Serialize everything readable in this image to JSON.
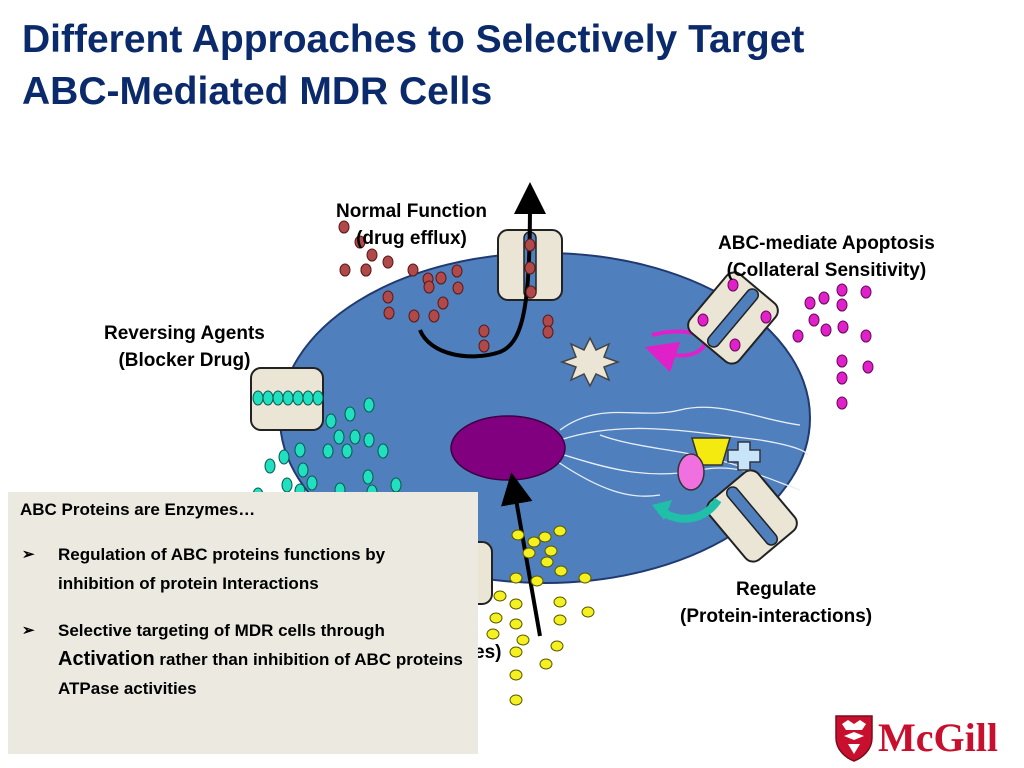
{
  "title": {
    "line1": "Different Approaches to Selectively Target",
    "line2": "ABC-Mediated MDR Cells"
  },
  "labels": {
    "normal_function": [
      "Normal Function",
      "(drug efflux)"
    ],
    "abc_apoptosis": [
      "ABC-mediate Apoptosis",
      "(Collateral Sensitivity)"
    ],
    "reversing_agents": [
      "Reversing Agents",
      "(Blocker Drug)"
    ],
    "regulate": [
      "Regulate",
      "(Protein-interactions)"
    ],
    "partial_hidden": "es)"
  },
  "textbox": {
    "heading": "ABC Proteins are Enzymes…",
    "bullet1": "Regulation of ABC proteins functions by inhibition of protein Interactions",
    "bullet2_pre": "Selective targeting of MDR cells through",
    "bullet2_emph": "Activation",
    "bullet2_post": "rather than inhibition of ABC proteins ATPase activities"
  },
  "logo": {
    "text": "McGill"
  },
  "colors": {
    "title": "#0b2a6b",
    "cell": "#4f80bd",
    "nucleus": "#800080",
    "drug_red": "#b04a4a",
    "drug_magenta": "#e020c8",
    "drug_cyan": "#20e0c0",
    "drug_yellow": "#f5f020",
    "logo_red": "#c8102e"
  },
  "icons": [
    "bullet-arrow-icon",
    "starburst-icon",
    "shield-crest-icon"
  ]
}
